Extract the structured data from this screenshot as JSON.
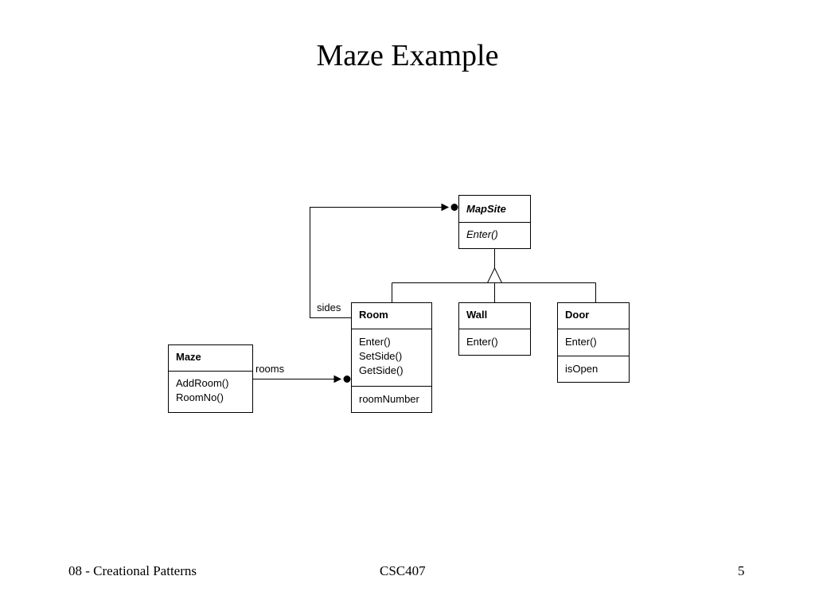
{
  "slide": {
    "title": "Maze Example"
  },
  "diagram": {
    "classes": {
      "mapsite": {
        "name": "MapSite",
        "methods": [
          "Enter()"
        ]
      },
      "room": {
        "name": "Room",
        "methods": [
          "Enter()",
          "SetSide()",
          "GetSide()"
        ],
        "attributes": [
          "roomNumber"
        ]
      },
      "wall": {
        "name": "Wall",
        "methods": [
          "Enter()"
        ]
      },
      "door": {
        "name": "Door",
        "methods": [
          "Enter()"
        ],
        "attributes": [
          "isOpen"
        ]
      },
      "maze": {
        "name": "Maze",
        "methods": [
          "AddRoom()",
          "RoomNo()"
        ]
      }
    },
    "associations": {
      "sides": "sides",
      "rooms": "rooms"
    }
  },
  "footer": {
    "left": "08 - Creational Patterns",
    "center": "CSC407",
    "right": "5"
  }
}
